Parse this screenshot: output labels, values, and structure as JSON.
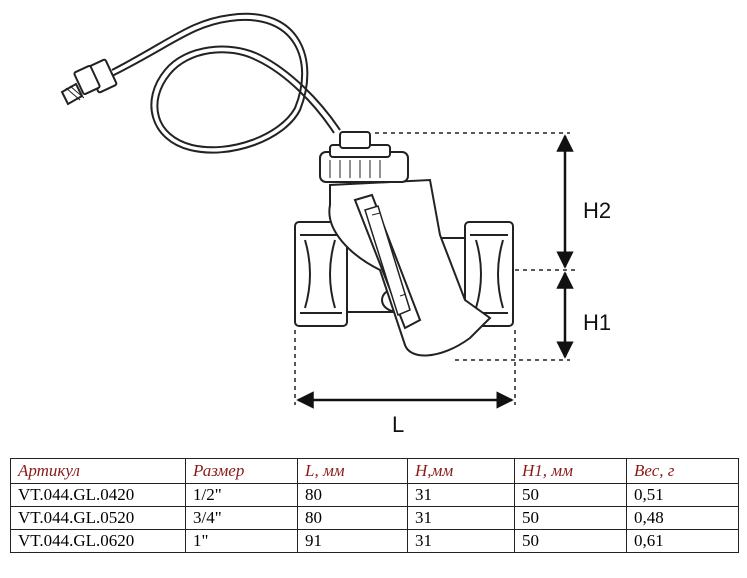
{
  "figure": {
    "dimension_labels": {
      "h2": "H2",
      "h1": "H1",
      "l": "L"
    },
    "icons": [
      "valve-drawing",
      "capillary-tube",
      "thermostatic-head"
    ]
  },
  "table": {
    "header_color": "#8b1a1a",
    "headers": [
      "Артикул",
      "Размер",
      "L, мм",
      "H,мм",
      "H1, мм",
      "Вес, г"
    ],
    "rows": [
      [
        "VT.044.GL.0420",
        "1/2\"",
        "80",
        "31",
        "50",
        "0,51"
      ],
      [
        "VT.044.GL.0520",
        "3/4\"",
        "80",
        "31",
        "50",
        "0,48"
      ],
      [
        "VT.044.GL.0620",
        "1\"",
        "91",
        "31",
        "50",
        "0,61"
      ]
    ]
  }
}
